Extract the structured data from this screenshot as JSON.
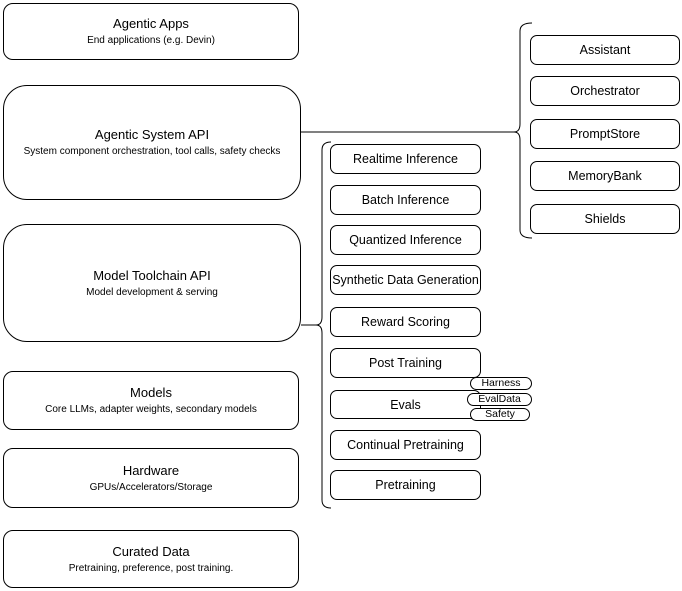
{
  "left_column": {
    "boxes": [
      {
        "title": "Agentic Apps",
        "subtitle": "End applications (e.g. Devin)"
      },
      {
        "title": "Agentic System API",
        "subtitle": "System component orchestration, tool calls, safety checks"
      },
      {
        "title": "Model Toolchain API",
        "subtitle": "Model development & serving"
      },
      {
        "title": "Models",
        "subtitle": "Core LLMs, adapter weights, secondary models"
      },
      {
        "title": "Hardware",
        "subtitle": "GPUs/Accelerators/Storage"
      },
      {
        "title": "Curated Data",
        "subtitle": "Pretraining, preference, post training."
      }
    ]
  },
  "toolchain_group": {
    "items": [
      {
        "label": "Realtime Inference"
      },
      {
        "label": "Batch Inference"
      },
      {
        "label": "Quantized Inference"
      },
      {
        "label": "Synthetic Data Generation"
      },
      {
        "label": "Reward Scoring"
      },
      {
        "label": "Post Training"
      },
      {
        "label": "Evals"
      },
      {
        "label": "Continual Pretraining"
      },
      {
        "label": "Pretraining"
      }
    ],
    "evals_tags": [
      {
        "label": "Harness"
      },
      {
        "label": "EvalData"
      },
      {
        "label": "Safety"
      }
    ]
  },
  "system_group": {
    "items": [
      {
        "label": "Assistant"
      },
      {
        "label": "Orchestrator"
      },
      {
        "label": "PromptStore"
      },
      {
        "label": "MemoryBank"
      },
      {
        "label": "Shields"
      }
    ]
  },
  "colors": {
    "stroke": "#000000",
    "background": "#ffffff",
    "box_fill": "#ffffff"
  }
}
